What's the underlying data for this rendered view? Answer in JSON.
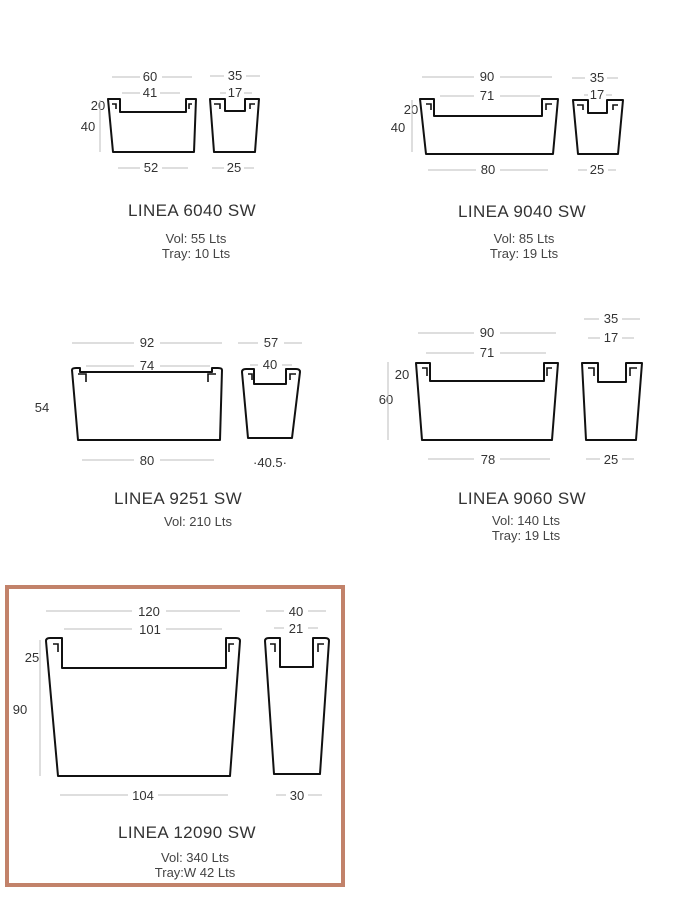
{
  "highlight": {
    "color": "#c2826a",
    "product_index": 4
  },
  "products": [
    {
      "name": "LINEA 6040 SW",
      "vol": "Vol: 55 Lts",
      "tray": "Tray: 10 Lts",
      "front": {
        "total_width": "60",
        "inner_width": "41",
        "base_width": "52",
        "height": "40",
        "rim_depth": "20"
      },
      "side": {
        "total_width": "35",
        "inner_width": "17",
        "base_width": "25"
      }
    },
    {
      "name": "LINEA  9040 SW",
      "vol": "Vol: 85 Lts",
      "tray": "Tray: 19 Lts",
      "front": {
        "total_width": "90",
        "inner_width": "71",
        "base_width": "80",
        "height": "40",
        "rim_depth": "20"
      },
      "side": {
        "total_width": "35",
        "inner_width": "17",
        "base_width": "25"
      }
    },
    {
      "name": "LINEA 9251 SW",
      "vol": "Vol: 210 Lts",
      "tray": "",
      "front": {
        "total_width": "92",
        "inner_width": "74",
        "base_width": "80",
        "height": "54",
        "rim_depth": ""
      },
      "side": {
        "total_width": "57",
        "inner_width": "40",
        "base_width": "·40.5·"
      }
    },
    {
      "name": "LINEA 9060 SW",
      "vol": "Vol: 140 Lts",
      "tray": "Tray: 19 Lts",
      "front": {
        "total_width": "90",
        "inner_width": "71",
        "base_width": "78",
        "height": "60",
        "rim_depth": "20"
      },
      "side": {
        "total_width": "35",
        "inner_width": "17",
        "base_width": "25"
      }
    },
    {
      "name": "LINEA 12090 SW",
      "vol": "Vol: 340 Lts",
      "tray": "Tray:W 42 Lts",
      "front": {
        "total_width": "120",
        "inner_width": "101",
        "base_width": "104",
        "height": "90",
        "rim_depth": "25"
      },
      "side": {
        "total_width": "40",
        "inner_width": "21",
        "base_width": "30"
      }
    }
  ]
}
